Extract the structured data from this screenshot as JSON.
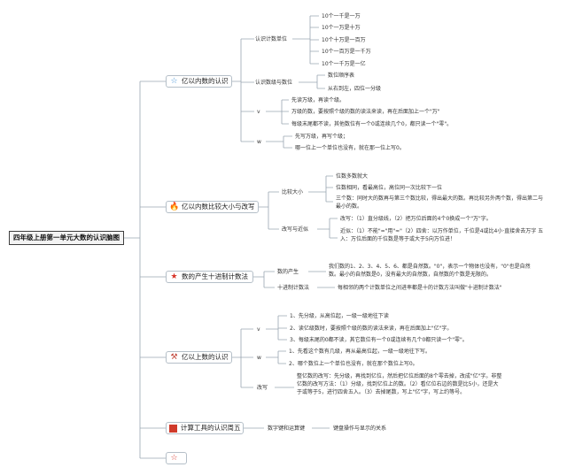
{
  "root": {
    "label": "四年级上册第一单元大数的认识脑图"
  },
  "branches": [
    {
      "label": "亿以内数的认识",
      "icon": "star-outline-icon",
      "sub": [
        {
          "label": "认识计数单位",
          "leaves": [
            "10个一千是一万",
            "10个一万是十万",
            "10个十万是一百万",
            "10个一百万是一千万",
            "10个一千万是一亿"
          ]
        },
        {
          "label": "认识数级与数位",
          "leaves": [
            "数位顺序表",
            "从右到左，四位一分级"
          ]
        },
        {
          "label": "v",
          "leaves": [
            "先读万级，再读个级。",
            "万级的数，要按照个级的数的读法来读，再在后面加上一个\"万\"",
            "每级末尾都不读，其他数位有一个0或连续几个0，都只读一个\"零\"。"
          ]
        },
        {
          "label": "w",
          "leaves": [
            "先写万级，再写个级；",
            "哪一位上一个单位也没有，就在那一位上写0。"
          ]
        }
      ]
    },
    {
      "label": "亿以内数比较大小与改写",
      "icon": "fire-icon",
      "sub": [
        {
          "label": "比较大小",
          "leaves": [
            "位数多数就大",
            "位数相同，看最高位，高位同一次比较下一位",
            "三个数：同时大的数再与第三个数比较，得出最大的数。再比较另外两个数，得出第二与最小的数。"
          ]
        },
        {
          "label": "改写与近似",
          "leaves": [
            "改写：（1）直分级线，（2）把万位后面的4个0换成一个\"万\"字。",
            "近似：（1）不能\"=\"用\"≈\"（2）四舍：以万作单位，千位是4或比4小·直接舍去万字 五入：万位后面的千位数是等于或大于5向万位进！"
          ]
        }
      ]
    },
    {
      "label": "数的产生十进制计数法",
      "icon": "star-filled-icon",
      "sub": [
        {
          "label": "数的产生",
          "leaves": [
            "我们数的1、2、3、4、5、6、都是自然数。\"0\"，表示一个物体也没有，\"0\"也是自然数。最小的自然数是0，没有最大的自然数，自然数的个数是无限的。"
          ]
        },
        {
          "label": "十进制计数法",
          "leaves": [
            "每相邻的两个计数单位之间进率都是十的计数方法叫做\"十进制计数法\""
          ]
        }
      ]
    },
    {
      "label": "亿以上数的认识",
      "icon": "tools-icon",
      "sub": [
        {
          "label": "v",
          "leaves": [
            "1、先分级，从高位起，一级一级地往下读",
            "2、读亿级数时，要按照个级的数的读法来读，再在后面加上\"亿\"字。",
            "3、每级末尾的0都不读，其它数位有一个0或连续有几个0都只读一个\"零\"。"
          ]
        },
        {
          "label": "w",
          "leaves": [
            "1、先看这个数有几级，再从最高位起，一级一级地往下写。",
            "2、哪个数位上一个单位也没有，就在那个数位上写0。"
          ]
        },
        {
          "label": "改写",
          "leaves": [
            "整亿数的改写：先分级，再找到亿位，然后把亿位后面的8个零去掉，改成\"亿\"字。非整亿数的改写方法：（1）分级，找到亿位上的数。（2）看亿位右边的数是比5小，还是大于或等于5，进行四舍五入。（3）去掉尾数，写上\"亿\"字，写上约等号。"
          ]
        }
      ]
    },
    {
      "label": "计算工具的认识周五",
      "icon": "red-square-icon",
      "sub": [
        {
          "label": "数字键和运算键",
          "leaves": [
            "键盘操作与显示的关系"
          ]
        }
      ]
    },
    {
      "label": "",
      "icon": "star-outline-small-icon",
      "sub": []
    }
  ]
}
